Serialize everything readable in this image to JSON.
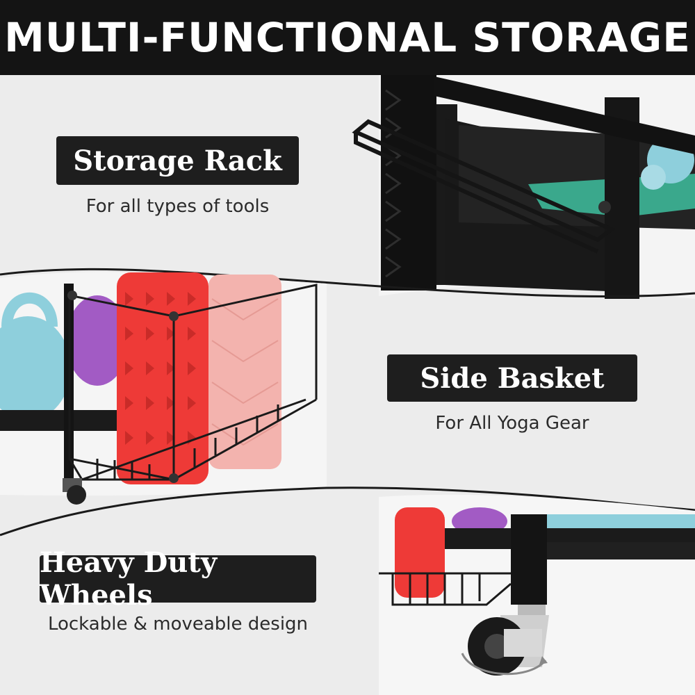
{
  "header": {
    "title": "MULTI-FUNCTIONAL STORAGE"
  },
  "sections": {
    "storage_rack": {
      "title": "Storage Rack",
      "caption": "For all types of tools"
    },
    "side_basket": {
      "title": "Side Basket",
      "caption": "For All Yoga Gear"
    },
    "wheels": {
      "title": "Heavy Duty Wheels",
      "caption": "Lockable & moveable design"
    }
  },
  "colors": {
    "header_bg": "#141414",
    "label_bg": "#1e1e1e",
    "background": "#ececec",
    "roller_red": "#ee3a37",
    "roller_pink": "#f3b3ae",
    "kettlebell": "#8ecfdc",
    "purple_bell": "#a25bc4",
    "resistance_band": "#3aa88c"
  }
}
